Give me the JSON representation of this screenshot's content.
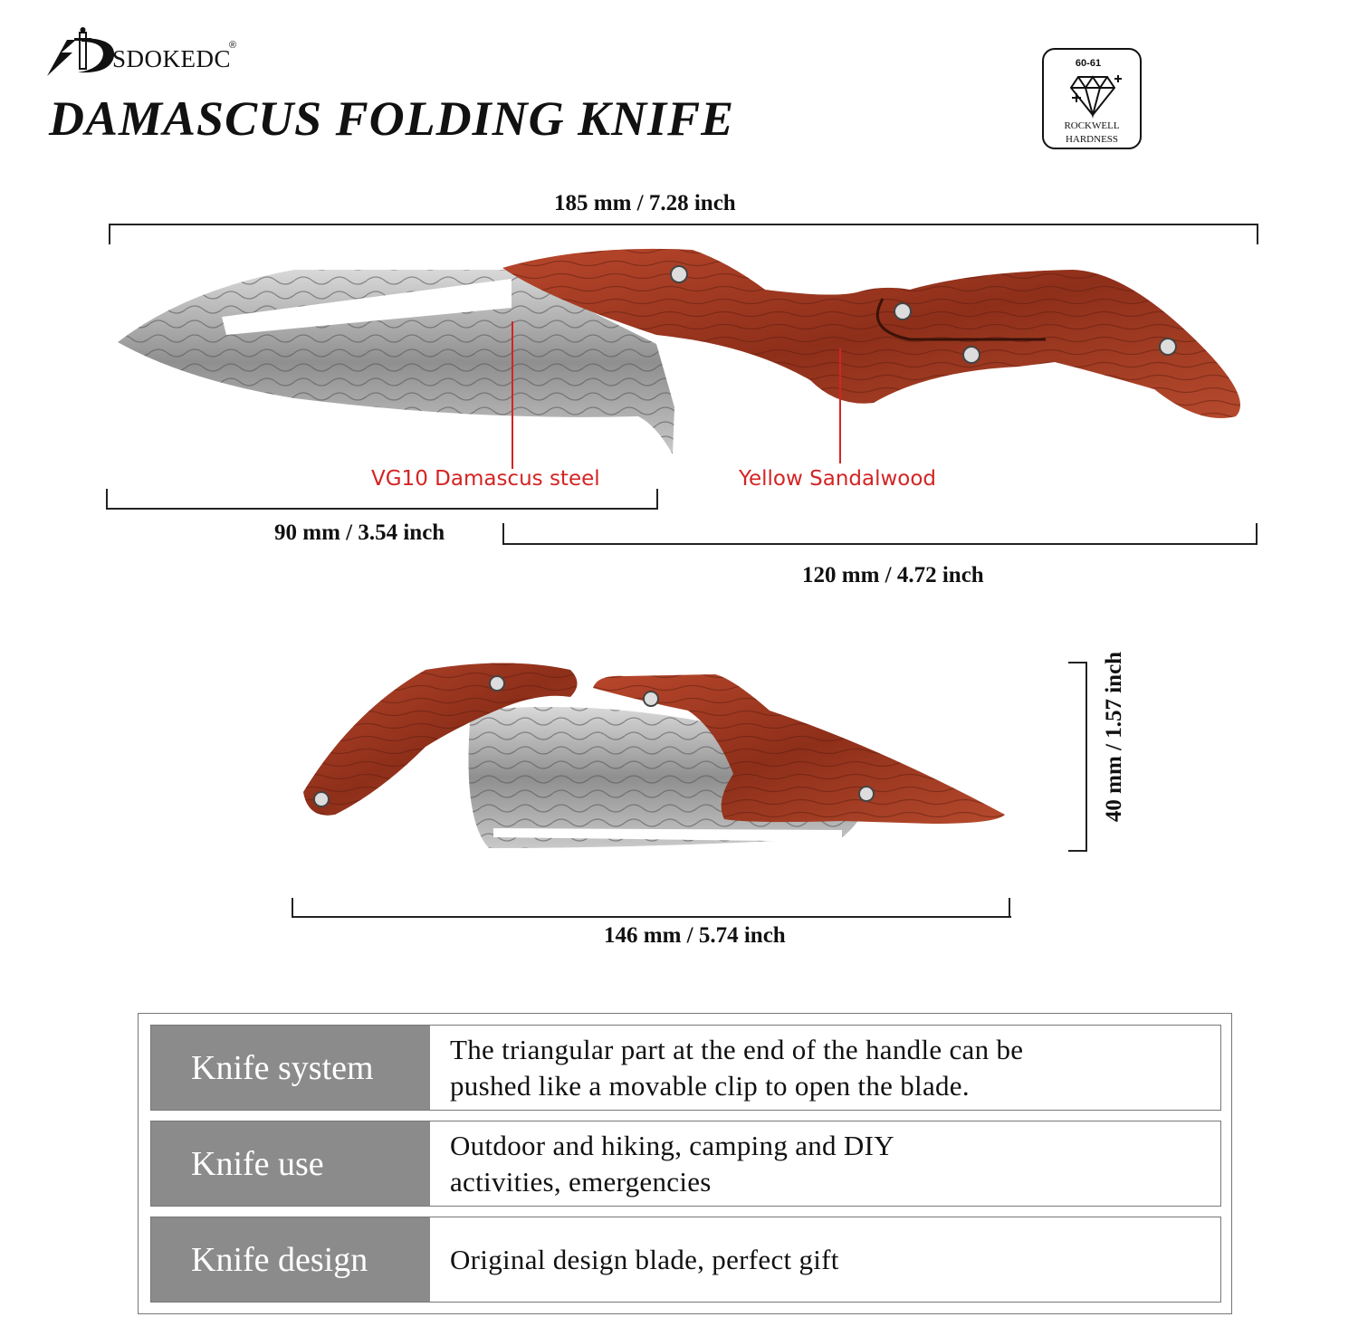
{
  "brand": {
    "name": "SDOKEDC",
    "registered": "®"
  },
  "title": "DAMASCUS FOLDING KNIFE",
  "badge": {
    "value": "60-61",
    "line1": "ROCKWELL",
    "line2": "HARDNESS"
  },
  "dimensions": {
    "overall": "185 mm / 7.28 inch",
    "blade": "90 mm / 3.54 inch",
    "handle": "120 mm / 4.72 inch",
    "folded_length": "146 mm / 5.74 inch",
    "folded_height": "40 mm / 1.57 inch"
  },
  "callouts": {
    "blade_material": "VG10 Damascus steel",
    "handle_material": "Yellow Sandalwood"
  },
  "colors": {
    "accent_red": "#d42424",
    "label_gray": "#8b8b8b",
    "wood": "#a23a22"
  },
  "specs": [
    {
      "label": "Knife system",
      "line1": "The triangular part at the end of the handle can be",
      "line2": "pushed like a movable clip to open the blade."
    },
    {
      "label": "Knife use",
      "line1": "Outdoor and hiking, camping and DIY",
      "line2": "activities, emergencies"
    },
    {
      "label": "Knife design",
      "line1": "Original design blade, perfect gift",
      "line2": ""
    }
  ]
}
